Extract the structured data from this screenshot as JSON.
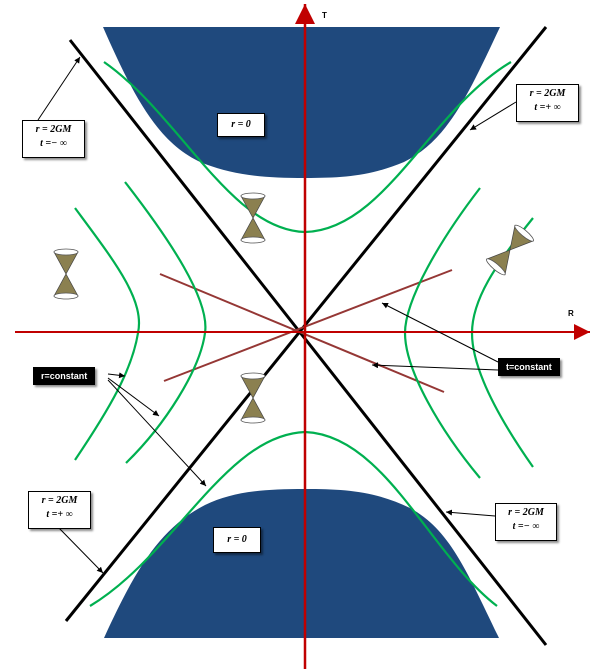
{
  "axes": {
    "t_label": "T",
    "r_label": "R"
  },
  "singularity": {
    "top_label": "r = 0",
    "bottom_label": "r = 0"
  },
  "horizons": {
    "top_left": {
      "line1": "r = 2GM",
      "line2": "t =− ∞"
    },
    "top_right": {
      "line1": "r = 2GM",
      "line2": "t =+ ∞"
    },
    "bottom_left": {
      "line1": "r = 2GM",
      "line2": "t =+ ∞"
    },
    "bottom_right": {
      "line1": "r = 2GM",
      "line2": "t =− ∞"
    }
  },
  "callouts": {
    "r_constant": "r=constant",
    "t_constant": "t=constant"
  },
  "colors": {
    "axis": "#c00000",
    "horizon": "#000000",
    "singularity": "#1f497d",
    "r_curves": "#00b050",
    "t_lines": "#953735",
    "cone": "#8b8050"
  }
}
